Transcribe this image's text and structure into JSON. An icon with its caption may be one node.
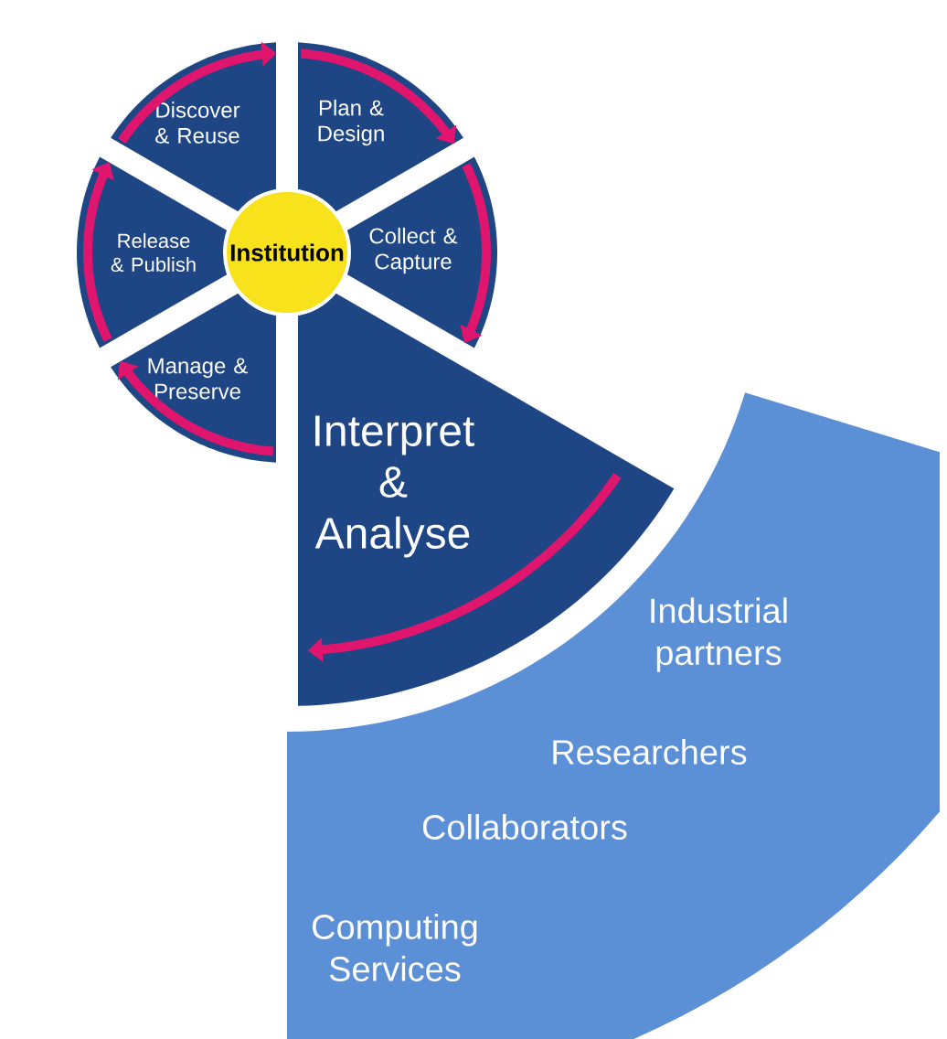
{
  "diagram": {
    "nodes": [
      {
        "text": [
          "Institution"
        ]
      },
      {
        "text": [
          "Plan & Design"
        ]
      },
      {
        "text": [
          "Collect & Capture"
        ]
      },
      {
        "text": [
          "Interpret & Analyse"
        ]
      },
      {
        "text": [
          "Manage & Preserve"
        ]
      },
      {
        "text": [
          "Release & Publish"
        ]
      },
      {
        "text": [
          "Discover & Reuse"
        ]
      },
      {
        "text": [
          "Industrial partners",
          "Researchers",
          "Collaborators",
          "Computing Services"
        ]
      }
    ]
  }
}
